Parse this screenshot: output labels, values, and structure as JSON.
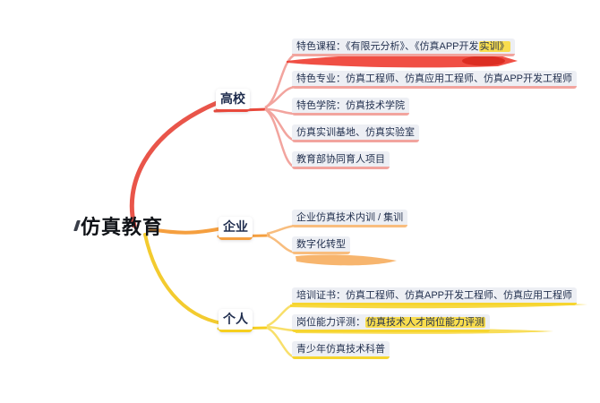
{
  "title": "仿真教育思维导图",
  "root": {
    "label": "仿真教育"
  },
  "colors": {
    "university_main": "#e8493c",
    "university_light": "#f2a49e",
    "university_marker": "#ee3c30",
    "enterprise_main": "#f59f3f",
    "enterprise_light": "#f8bd7e",
    "personal_main": "#f6cf1f",
    "personal_light": "#f6d52f",
    "highlight": "#f9dd4e",
    "text": "#22304f",
    "leaf_background": "#edeff4"
  },
  "branches": [
    {
      "id": "university",
      "label": "高校",
      "children": [
        {
          "text": "特色课程：《有限元分析》、《仿真APP开发",
          "highlight": "实训》"
        },
        {
          "text": "特色专业：仿真工程师、仿真应用工程师、仿真APP开发工程师"
        },
        {
          "text": "特色学院：仿真技术学院"
        },
        {
          "text": "仿真实训基地、仿真实验室"
        },
        {
          "text": "教育部协同育人项目"
        }
      ]
    },
    {
      "id": "enterprise",
      "label": "企业",
      "children": [
        {
          "text": "企业仿真技术内训 / 集训"
        },
        {
          "text": "数字化转型"
        }
      ]
    },
    {
      "id": "personal",
      "label": "个人",
      "children": [
        {
          "text": "培训证书：仿真工程师、仿真APP开发工程师、仿真应用工程师"
        },
        {
          "text": "岗位能力评测：",
          "highlight": "仿真技术人才岗位能力评测"
        },
        {
          "text": "青少年仿真技术科普"
        }
      ]
    }
  ]
}
